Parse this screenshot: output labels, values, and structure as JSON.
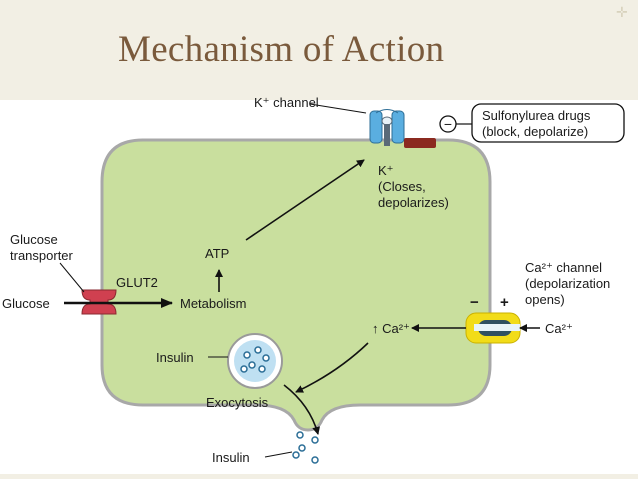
{
  "slide": {
    "title": "Mechanism of Action",
    "corner_glyph": "✛"
  },
  "diagram": {
    "k_channel_label": "K⁺ channel",
    "sulfonylurea": {
      "sign": "−",
      "line1": "Sulfonylurea drugs",
      "line2": "(block, depolarize)"
    },
    "k_closes": {
      "line1": "K⁺",
      "line2": "(Closes,",
      "line3": "depolarizes)"
    },
    "glucose_transporter": {
      "line1": "Glucose",
      "line2": "transporter"
    },
    "glut2": "GLUT2",
    "glucose": "Glucose",
    "atp": "ATP",
    "metabolism": "Metabolism",
    "ca_channel": {
      "line1": "Ca²⁺ channel",
      "line2": "(depolarization",
      "line3": "opens)",
      "minus": "−",
      "plus": "+"
    },
    "ca_in": "↑ Ca²⁺",
    "ca_out": "Ca²⁺",
    "insulin_granule": "Insulin",
    "exocytosis": "Exocytosis",
    "insulin_released": "Insulin"
  },
  "colors": {
    "cell_fill": "#c9df9e",
    "cell_stroke": "#a8a8a8",
    "k_channel": "#5aaee0",
    "drug_bar": "#8b2a20",
    "glut2": "#d04050",
    "ca_channel": "#f2dc18",
    "granule": "#bfe0f2",
    "title": "#7a5a3c"
  }
}
